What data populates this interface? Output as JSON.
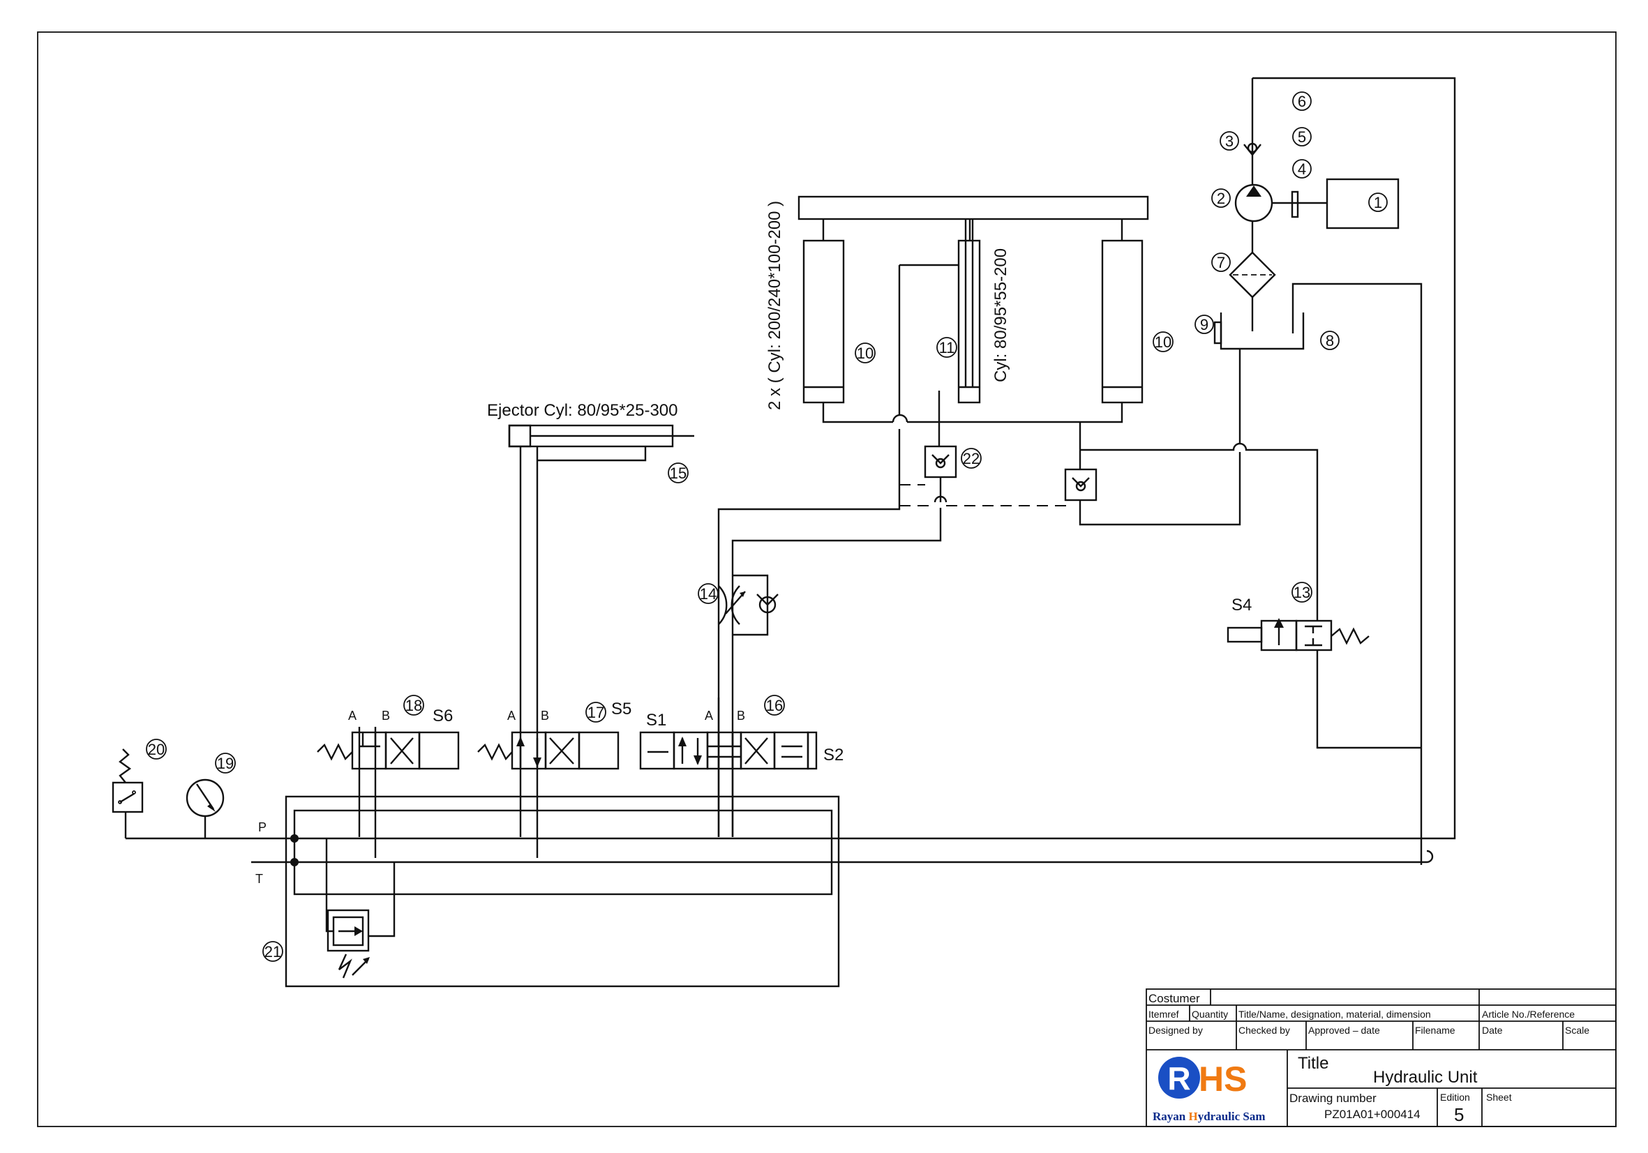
{
  "callouts": [
    "1",
    "2",
    "3",
    "4",
    "5",
    "6",
    "7",
    "8",
    "9",
    "10",
    "10",
    "11",
    "13",
    "14",
    "15",
    "16",
    "17",
    "18",
    "19",
    "20",
    "21",
    "22"
  ],
  "labels": {
    "cyl_main": "2 x ( Cyl: 200/240*100-200 )",
    "cyl_mid": "Cyl: 80/95*55-200",
    "ejector": "Ejector Cyl: 80/95*25-300",
    "port_p": "P",
    "port_t": "T",
    "port_a": "A",
    "port_b": "B",
    "sol_s1": "S1",
    "sol_s2": "S2",
    "sol_s4": "S4",
    "sol_s5": "S5",
    "sol_s6": "S6"
  },
  "title_block": {
    "costumer": "Costumer",
    "itemref": "Itemref",
    "quantity": "Quantity",
    "title_name": "Title/Name, designation, material, dimension",
    "article": "Article No./Reference",
    "designed": "Designed by",
    "checked": "Checked by",
    "approved": "Approved  – date",
    "filename": "Filename",
    "date": "Date",
    "scale": "Scale",
    "title_label": "Title",
    "title_value": "Hydraulic Unit",
    "drawing_label": "Drawing number",
    "drawing_value": "PZ01A01+000414",
    "edition_label": "Edition",
    "edition_value": "5",
    "sheet_label": "Sheet",
    "logo_r": "R",
    "logo_hs": "HS",
    "logo_text_1": "Rayan ",
    "logo_text_h": "H",
    "logo_text_2": "ydraulic Sam"
  },
  "colors": {
    "logo_blue": "#1a4fc4",
    "logo_orange": "#f07a12",
    "logo_text": "#0a2a8a"
  }
}
